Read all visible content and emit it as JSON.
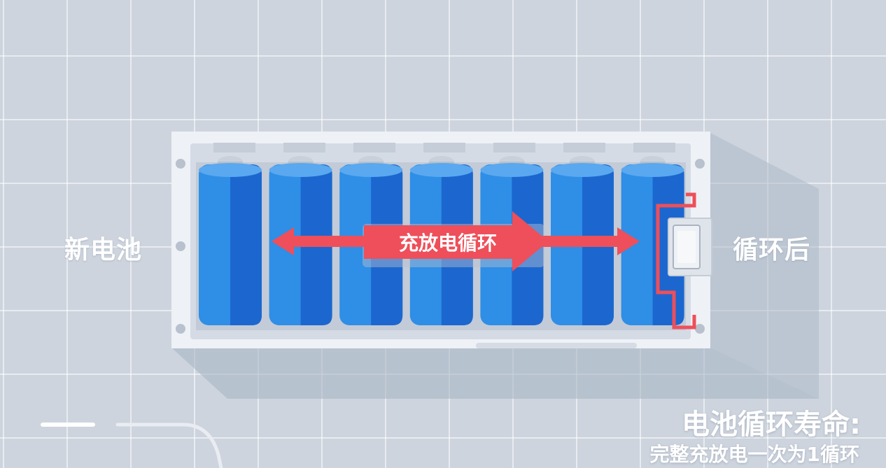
{
  "labels": {
    "left": "新电池",
    "right": "循环后",
    "arrow": "充放电循环"
  },
  "caption": {
    "title": "电池循环寿命:",
    "subtitle": "完整充放电一次为1循环"
  },
  "battery_count": 7,
  "colors": {
    "battery_light": "#2f8ee6",
    "battery_dark": "#1b67cf",
    "arrow_red": "#ee4f5a",
    "case": "#eef1f6",
    "background": "#cdd4de"
  }
}
